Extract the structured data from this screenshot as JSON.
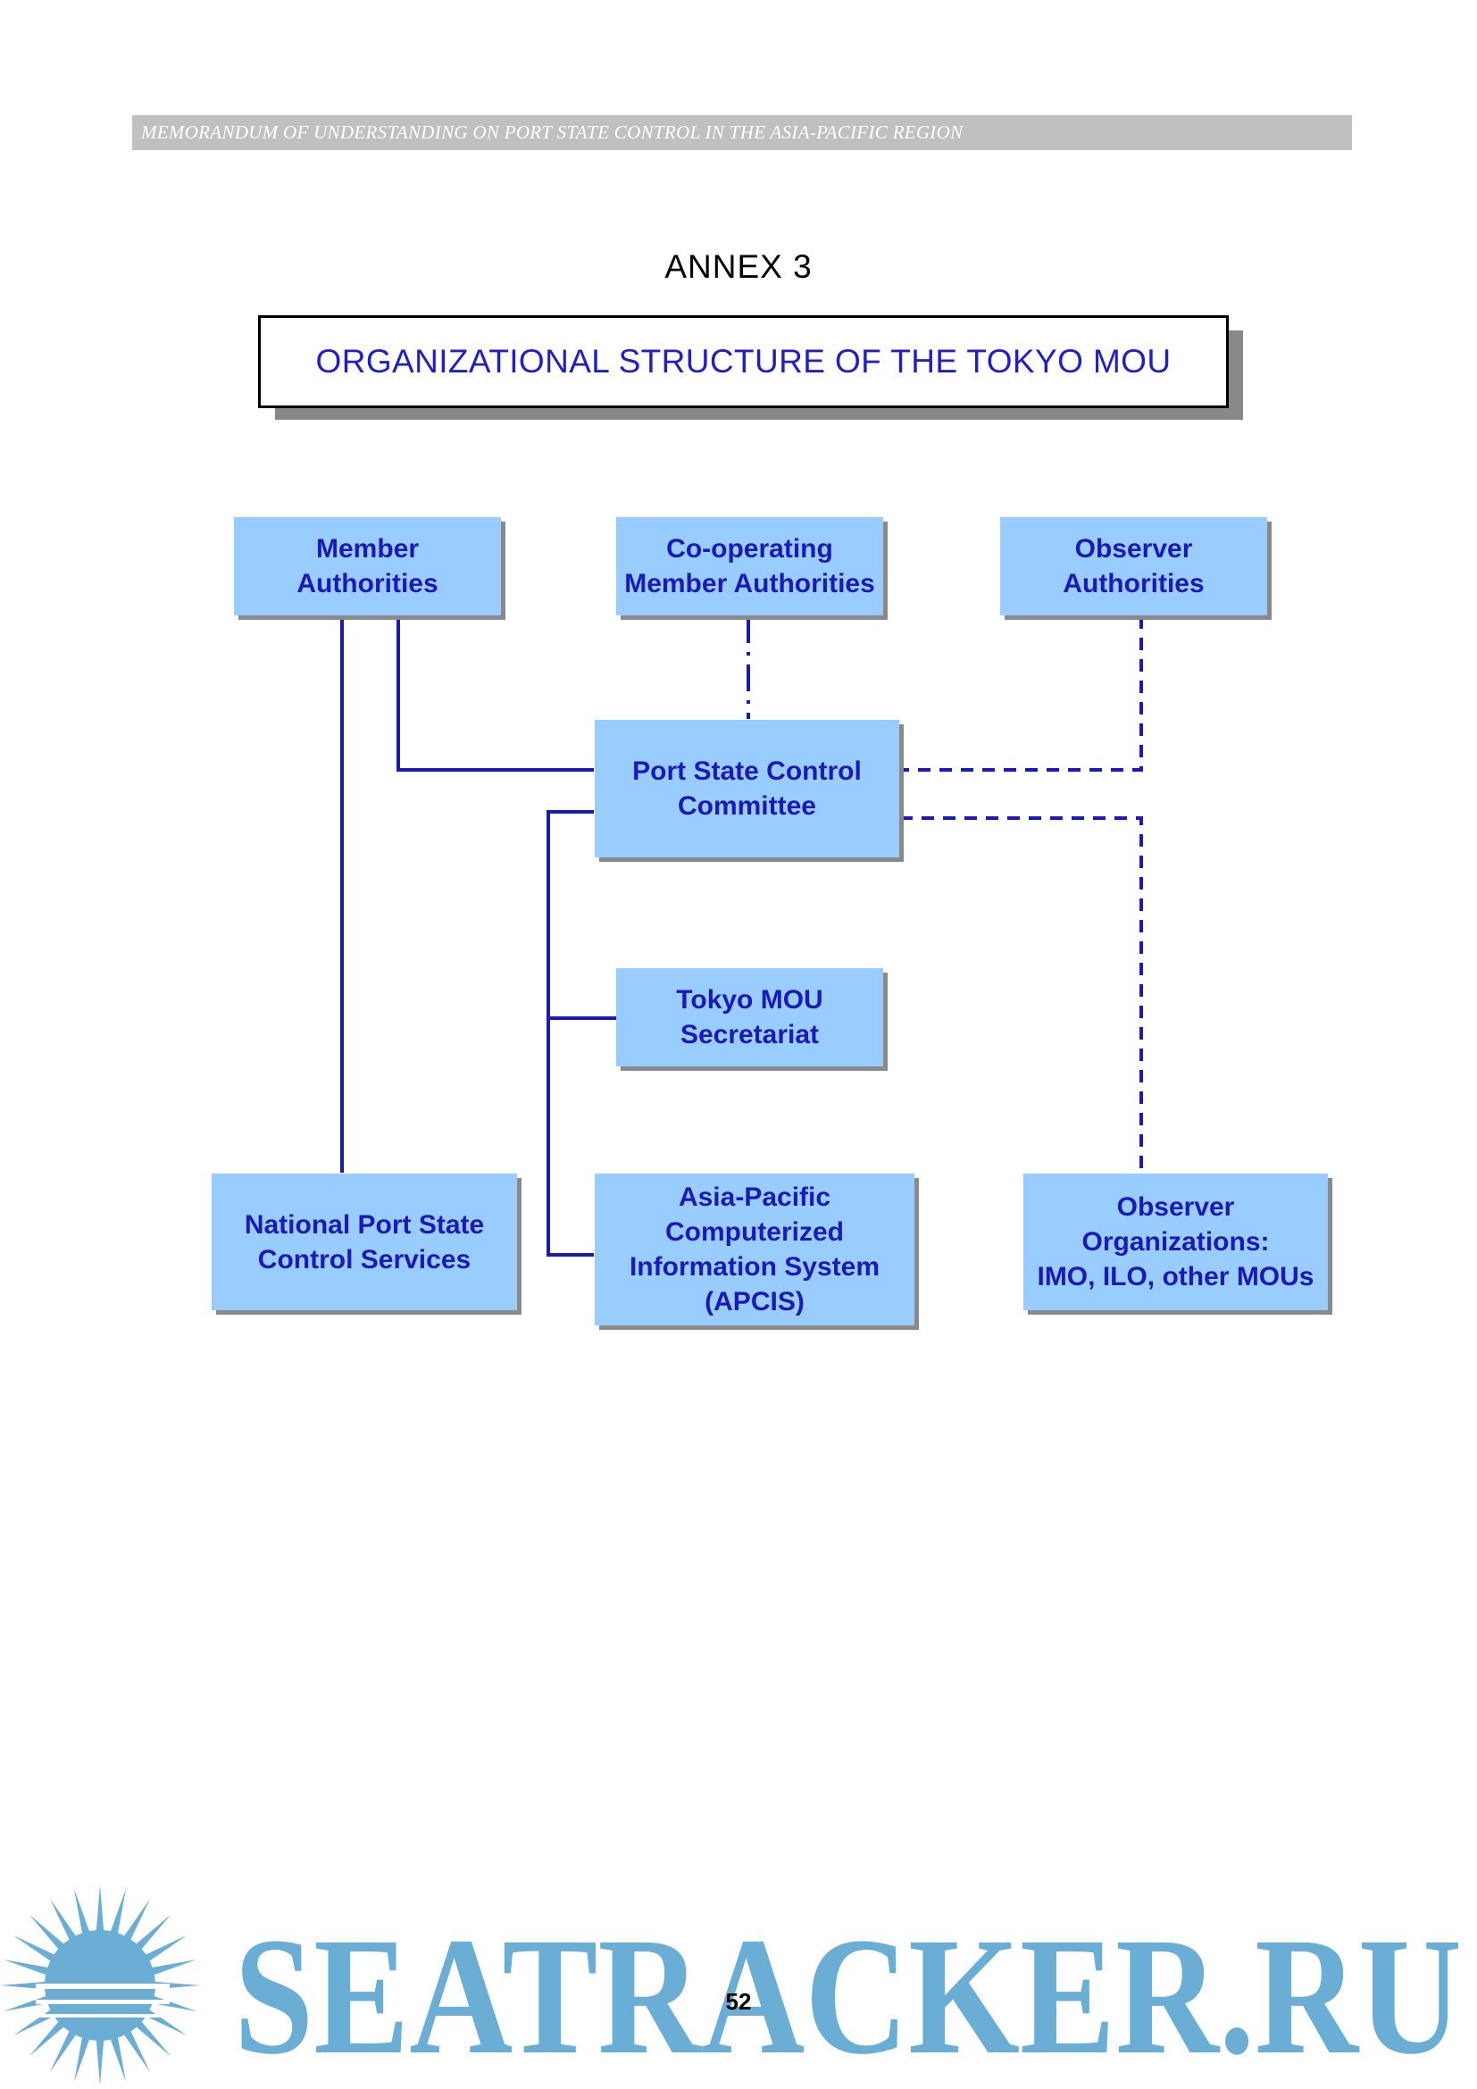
{
  "header": {
    "running_title": "MEMORANDUM OF UNDERSTANDING ON PORT STATE CONTROL IN THE ASIA-PACIFIC REGION"
  },
  "annex_label": "ANNEX 3",
  "diagram": {
    "title": "ORGANIZATIONAL STRUCTURE OF THE TOKYO MOU",
    "nodes": {
      "member_authorities": "Member\nAuthorities",
      "cooperating_member_authorities": "Co-operating\nMember Authorities",
      "observer_authorities": "Observer\nAuthorities",
      "port_state_control_committee": "Port State Control\nCommittee",
      "tokyo_mou_secretariat": "Tokyo MOU\nSecretariat",
      "national_port_state_control_services": "National Port State\nControl Services",
      "apcis": "Asia-Pacific\nComputerized\nInformation System\n(APCIS)",
      "observer_organizations": "Observer\nOrganizations:\nIMO, ILO, other MOUs"
    },
    "edges": [
      {
        "from": "member_authorities",
        "to": "national_port_state_control_services",
        "style": "solid"
      },
      {
        "from": "member_authorities",
        "to": "port_state_control_committee",
        "style": "solid"
      },
      {
        "from": "cooperating_member_authorities",
        "to": "port_state_control_committee",
        "style": "dash-dot"
      },
      {
        "from": "observer_authorities",
        "to": "port_state_control_committee",
        "style": "dashed"
      },
      {
        "from": "port_state_control_committee",
        "to": "observer_organizations",
        "style": "dashed"
      },
      {
        "from": "port_state_control_committee",
        "to": "tokyo_mou_secretariat",
        "style": "solid"
      },
      {
        "from": "port_state_control_committee",
        "to": "apcis",
        "style": "solid"
      }
    ],
    "colors": {
      "box_fill": "#99ccff",
      "text": "#1a1ab8",
      "line": "#1a1ab8",
      "shadow": "#8a8a8a"
    }
  },
  "footer": {
    "page_number": "52",
    "watermark": "SEATRACKER.RU",
    "watermark_color": "#6aaed6"
  }
}
